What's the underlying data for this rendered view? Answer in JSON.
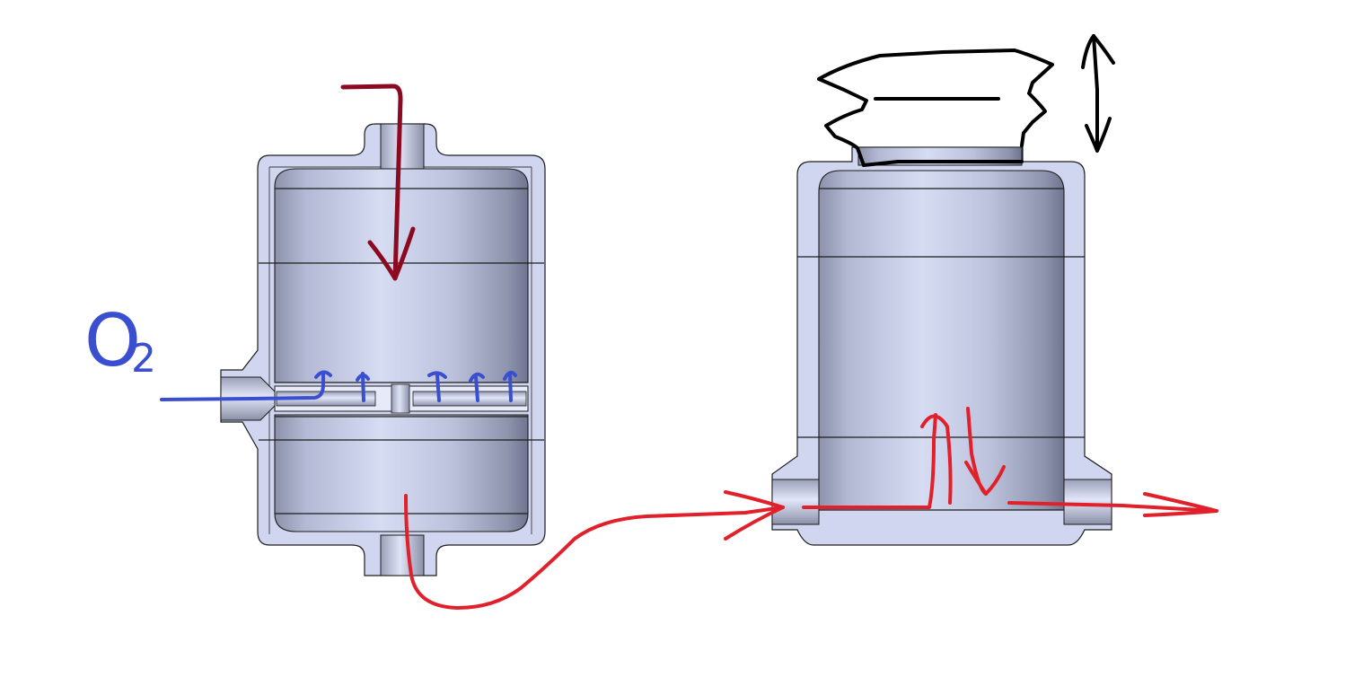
{
  "labels": {
    "gas_symbol": "O",
    "gas_subscript": "2"
  },
  "colors": {
    "shell": "#d0d6f0",
    "steel_mid": "#c7cde6",
    "steel_dark": "#8a90a8",
    "maroon_flow": "#8b0a22",
    "red_flow": "#e0202a",
    "o2_flow": "#3a4fd0",
    "piston_motion": "#000000"
  },
  "components": {
    "left_vessel": "reactor-vessel",
    "right_vessel": "piston-cylinder",
    "bellows": "bellows",
    "motion_indicator": "double-headed-arrow"
  }
}
